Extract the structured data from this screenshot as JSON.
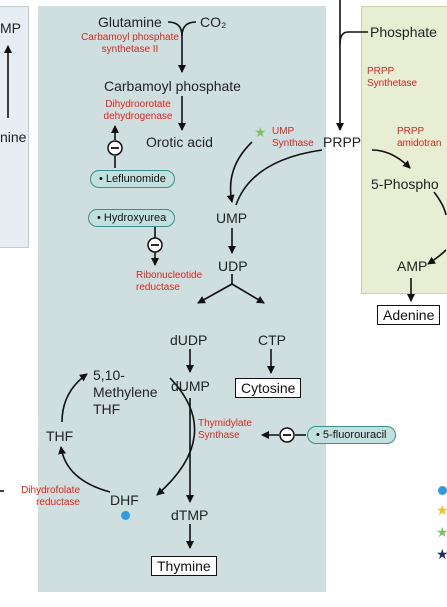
{
  "left_panel": {
    "top_text": "MP",
    "bottom_text": "nine"
  },
  "main": {
    "glutamine": "Glutamine",
    "co2": "CO₂",
    "cps2": "Carbamoyl phosphate synthetase II",
    "carbamoyl_phosphate": "Carbamoyl phosphate",
    "dhodh": "Dihydroorotate dehydrogenase",
    "orotic_acid": "Orotic acid",
    "ump_synthase": "UMP Synthase",
    "leflunomide": "• Leflunomide",
    "hydroxyurea": "• Hydroxyurea",
    "ump": "UMP",
    "udp": "UDP",
    "rnr": "Ribonucleotide reductase",
    "dudp": "dUDP",
    "ctp": "CTP",
    "cytosine": "Cytosine",
    "methylene_thf": "5,10-\nMethylene\nTHF",
    "dump": "dUMP",
    "thf": "THF",
    "thymidylate_synthase": "Thymidylate Synthase",
    "fluorouracil": "• 5-fluorouracil",
    "dhf": "DHF",
    "dihydrofolate_reductase": "Dihydrofolate reductase",
    "dtmp": "dTMP",
    "thymine": "Thymine",
    "inhibit_symbol": "−"
  },
  "center": {
    "prpp": "PRPP"
  },
  "right_panel": {
    "phosphate": "Phosphate",
    "prpp_synthetase": "PRPP Synthetase",
    "prpp_amidotransferase": "PRPP amidotran",
    "phospho": "5-Phospho",
    "amp": "AMP",
    "adenine": "Adenine"
  },
  "colors": {
    "main_panel": "#cfdfe0",
    "right_panel": "#e8eed4",
    "left_panel": "#e6edf3",
    "enzyme_text": "#d9261c",
    "pill_fill": "#c2e0dd",
    "star_green": "#7fbf6a",
    "star_yellow": "#f5c023",
    "star_navy": "#1f2f66",
    "dot_blue": "#2e9be0"
  },
  "icons": [
    "green-star-icon",
    "blue-dot-icon",
    "inhibit-icon",
    "yellow-star-icon",
    "navy-star-icon"
  ]
}
